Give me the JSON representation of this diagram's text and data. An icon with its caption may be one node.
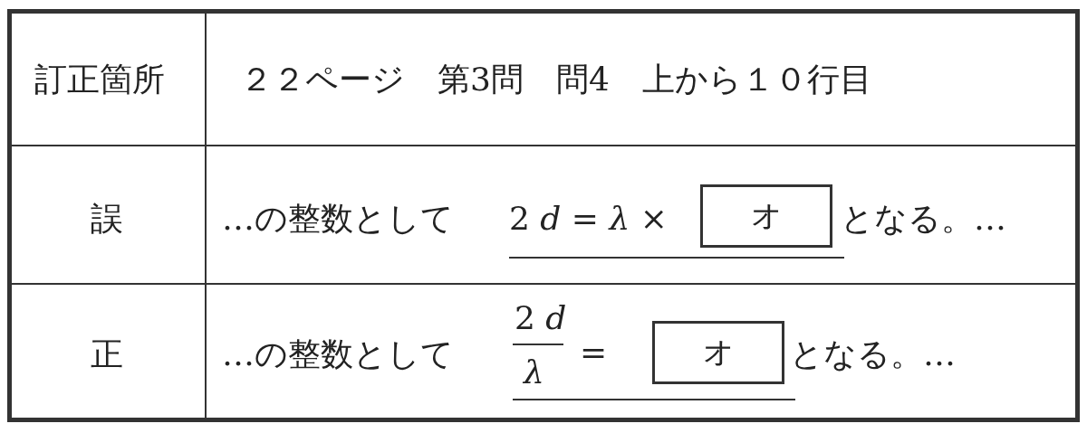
{
  "diagram": {
    "nodes": [
      {
        "text": [
          "オ"
        ]
      },
      {
        "text": [
          "オ"
        ]
      }
    ],
    "labels": [
      "訂正箇所",
      "２２ページ　第3問　問4　上から１０行目",
      "誤",
      "…の整数として",
      "2 *d* = *λ* ×",
      "となる。…",
      "正",
      "…の整数として",
      "2 *d*",
      "*λ*",
      "=",
      "となる。…"
    ]
  }
}
